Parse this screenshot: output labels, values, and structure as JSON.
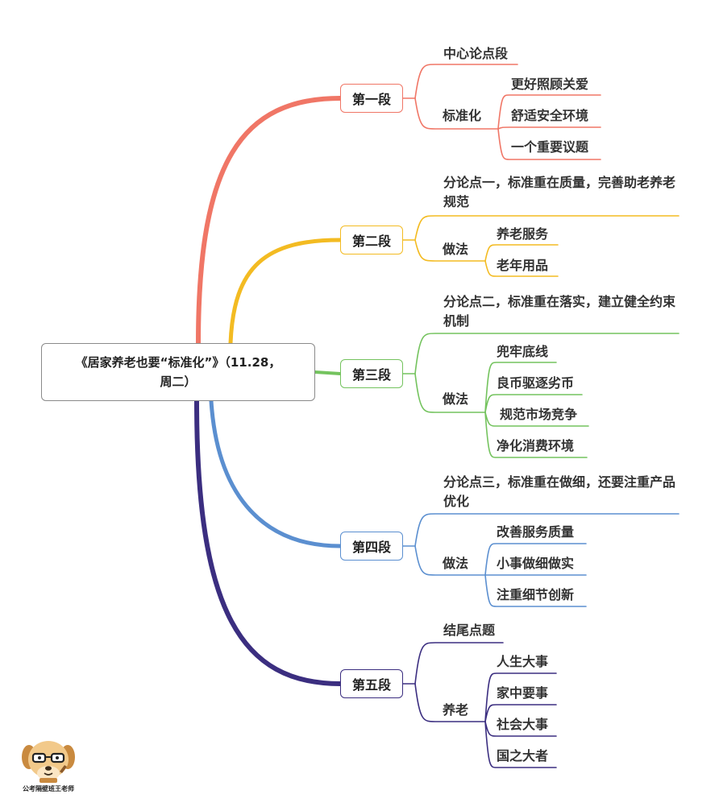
{
  "root": {
    "line1": "《居家养老也要“标准化”》（11.28，",
    "line2": "周二）"
  },
  "sections": [
    {
      "title": "第一段",
      "color": "#F07666",
      "heading": "中心论点段",
      "group": {
        "label": "标准化",
        "items": [
          "更好照顾关爱",
          "舒适安全环境",
          "一个重要议题"
        ]
      }
    },
    {
      "title": "第二段",
      "color": "#F3BB22",
      "heading": "分论点一，标准重在质量，完善助老养老规范",
      "group": {
        "label": "做法",
        "items": [
          "养老服务",
          "老年用品"
        ]
      }
    },
    {
      "title": "第三段",
      "color": "#74C35E",
      "heading": "分论点二，标准重在落实，建立健全约束机制",
      "group": {
        "label": "做法",
        "items": [
          "兜牢底线",
          "良币驱逐劣币",
          "规范市场竞争",
          "净化消费环境"
        ]
      }
    },
    {
      "title": "第四段",
      "color": "#5B8FD0",
      "heading": "分论点三，标准重在做细，还要注重产品优化",
      "group": {
        "label": "做法",
        "items": [
          "改善服务质量",
          "小事做细做实",
          "注重细节创新"
        ]
      }
    },
    {
      "title": "第五段",
      "color": "#3B2E80",
      "heading": "结尾点题",
      "group": {
        "label": "养老",
        "items": [
          "人生大事",
          "家中要事",
          "社会大事",
          "国之大者"
        ]
      }
    }
  ],
  "logo": {
    "caption": "公考隔壁班王老师"
  }
}
